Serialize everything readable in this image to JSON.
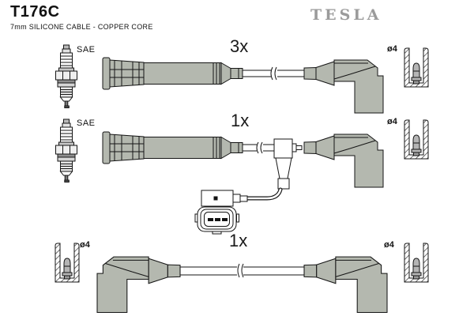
{
  "header": {
    "part_number": "T176C",
    "subtitle": "7mm SILICONE CABLE - COPPER CORE"
  },
  "brand": {
    "logo_text": "TESLA"
  },
  "colors": {
    "background": "#ffffff",
    "boot_gray": "#b4b8af",
    "line": "#151515",
    "brand_gray": "#9b9b9b"
  },
  "rows": [
    {
      "quantity": "3x",
      "plug_standard": "SAE",
      "terminal_diameter_right": "ø4"
    },
    {
      "quantity": "1x",
      "plug_standard": "SAE",
      "terminal_diameter_right": "ø4"
    },
    {
      "quantity": "1x",
      "terminal_diameter_left": "ø4",
      "terminal_diameter_right": "ø4"
    }
  ]
}
